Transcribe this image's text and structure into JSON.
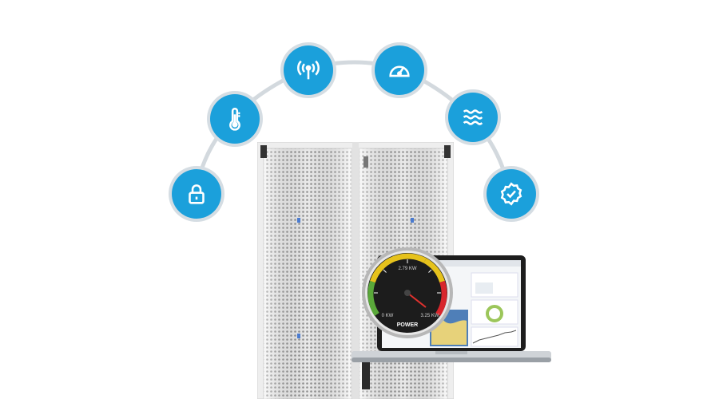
{
  "icons": [
    {
      "name": "lock-icon",
      "label": "security"
    },
    {
      "name": "thermometer-icon",
      "label": "temperature"
    },
    {
      "name": "wireless-icon",
      "label": "connectivity"
    },
    {
      "name": "speedometer-icon",
      "label": "performance"
    },
    {
      "name": "airflow-icon",
      "label": "humidity"
    },
    {
      "name": "verified-badge-icon",
      "label": "compliance"
    }
  ],
  "gauge": {
    "top_value": "2.79 KW",
    "min_label": "0 KW",
    "max_label": "3.25 KW",
    "title": "POWER",
    "value_fraction": 0.86
  },
  "colors": {
    "accent": "#1ba0db",
    "ring": "#d5dde3",
    "rack": "#f2f2f2",
    "gauge_green": "#5aa83a",
    "gauge_yellow": "#e6c21c",
    "gauge_red": "#d8262c"
  }
}
